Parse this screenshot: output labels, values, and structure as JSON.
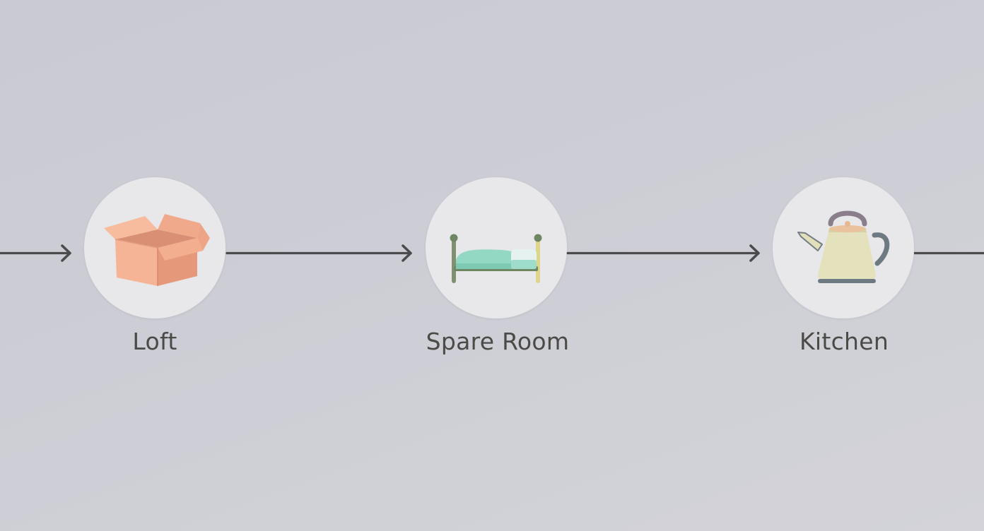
{
  "colors": {
    "background": "#cdcdd5",
    "node_fill": "#e8e8eb",
    "connector": "#4b4b4d",
    "label_text": "#4a4a47"
  },
  "steps": [
    {
      "label": "Loft",
      "icon": "box-icon"
    },
    {
      "label": "Spare Room",
      "icon": "bed-icon"
    },
    {
      "label": "Kitchen",
      "icon": "kettle-icon"
    }
  ]
}
